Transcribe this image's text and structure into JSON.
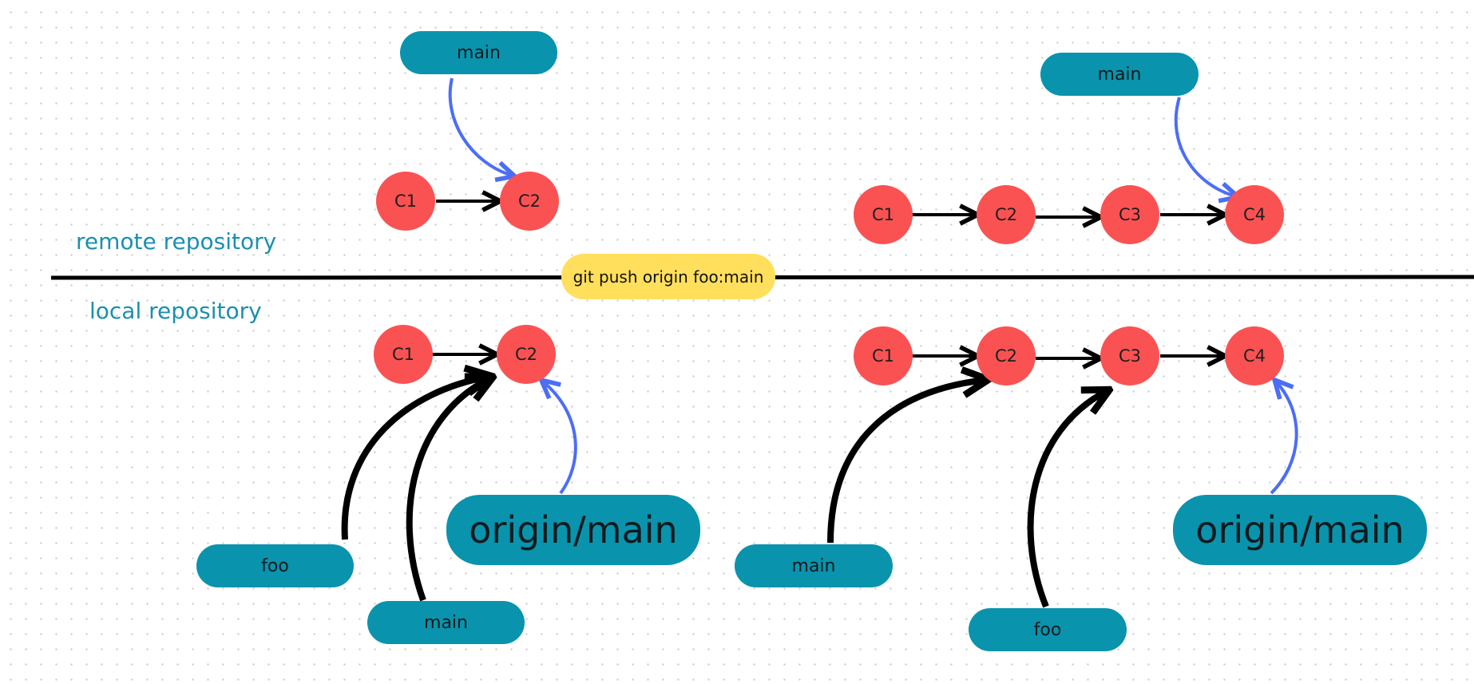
{
  "labels": {
    "remote": "remote repository",
    "local": "local repository"
  },
  "command": "git push origin foo:main",
  "before": {
    "remote": {
      "commits": [
        "C1",
        "C2"
      ],
      "main": "main"
    },
    "local": {
      "commits": [
        "C1",
        "C2"
      ],
      "foo": "foo",
      "main": "main",
      "origin_main": "origin/main"
    }
  },
  "after": {
    "remote": {
      "commits": [
        "C1",
        "C2",
        "C3",
        "C4"
      ],
      "main": "main"
    },
    "local": {
      "commits": [
        "C1",
        "C2",
        "C3",
        "C4"
      ],
      "main": "main",
      "foo": "foo",
      "origin_main": "origin/main"
    }
  },
  "colors": {
    "commit": "#fa5252",
    "branch": "#0a93ad",
    "command": "#ffdf5c",
    "pointer_blue": "#4c6ef5",
    "label_text": "#1a90ae"
  }
}
